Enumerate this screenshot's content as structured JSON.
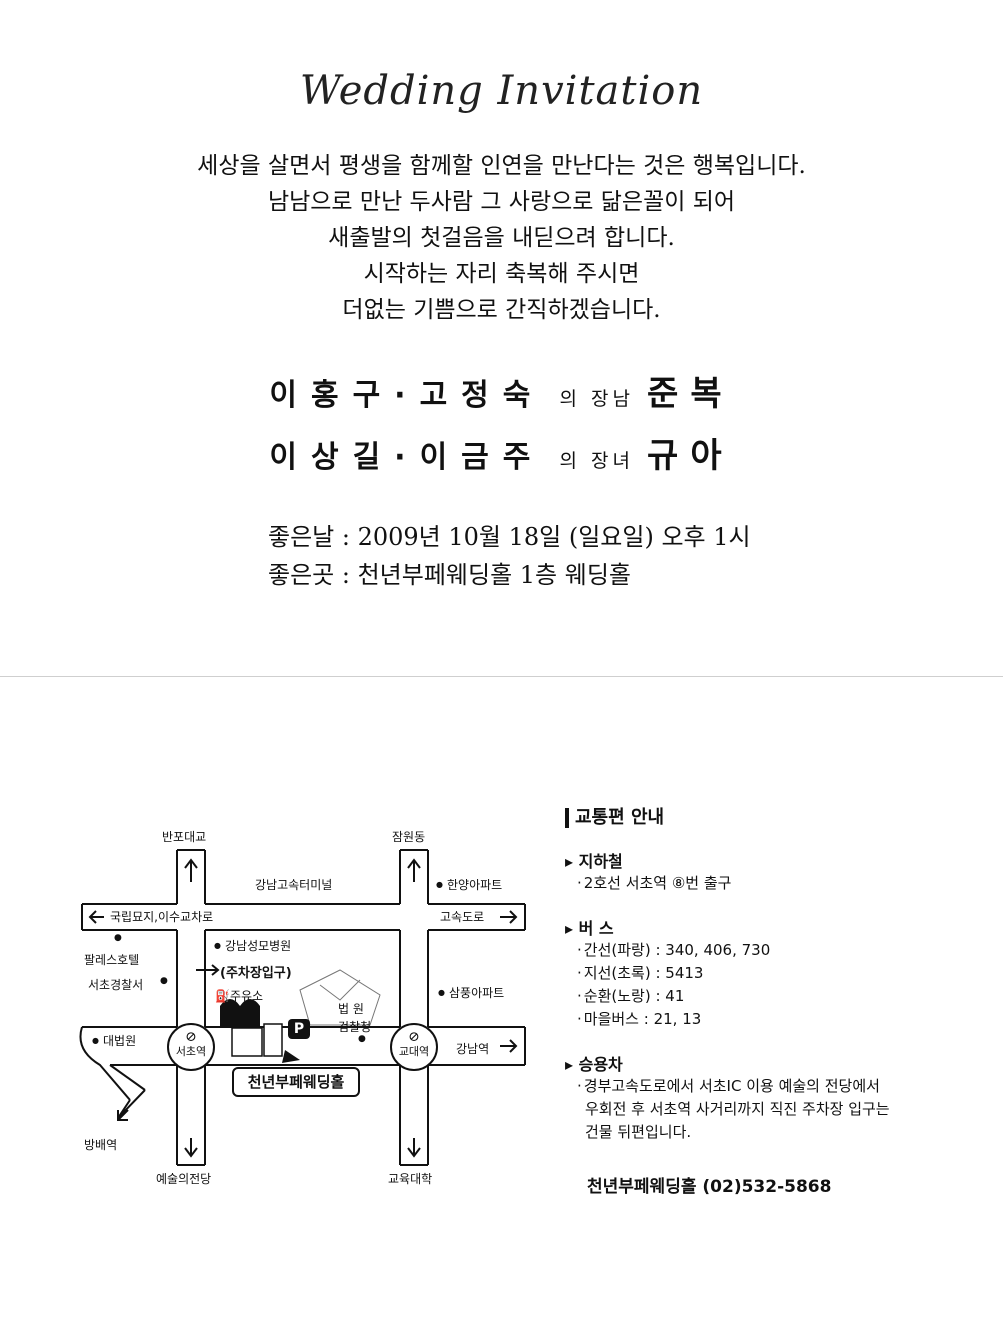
{
  "title": "Wedding Invitation",
  "poem": [
    "세상을 살면서 평생을 함께할 인연을 만난다는 것은 행복입니다.",
    "남남으로 만난 두사람 그 사랑으로 닮은꼴이 되어",
    "새출발의 첫걸음을 내딛으려 합니다.",
    "시작하는 자리 축복해 주시면",
    "더없는 기쁨으로 간직하겠습니다."
  ],
  "groom": {
    "parents": "이홍구·고정숙",
    "relation": "의 장남",
    "name": "준복"
  },
  "bride": {
    "parents": "이상길·이금주",
    "relation": "의 장녀",
    "name": "규아"
  },
  "info": {
    "date": "좋은날 : 2009년 10월 18일 (일요일) 오후 1시",
    "place": "좋은곳 : 천년부페웨딩홀 1층 웨딩홀"
  },
  "map": {
    "banpo_bridge": "반포대교",
    "jamwon": "잠원동",
    "terminal": "강남고속터미널",
    "hanyang_apt": "한양아파트",
    "national_cemetery": "국립묘지,이수교차로",
    "expressway": "고속도로",
    "palace_hotel": "팔레스호텔",
    "gangnam_hospital": "강남성모병원",
    "parking_entrance": "(주차장입구)",
    "police": "서초경찰서",
    "gas_station": "주유소",
    "court": "법  원",
    "prosecutor": "검찰청",
    "samsung_apt": "삼풍아파트",
    "supreme_court": "대법원",
    "parking": "P",
    "seocho_station": "서초역",
    "kyodae_station": "교대역",
    "gangnam_station": "강남역",
    "venue": "천년부페웨딩홀",
    "bangbae": "방배역",
    "arts_center": "예술의전당",
    "edu_univ": "교육대학"
  },
  "transport": {
    "heading": "교통편 안내",
    "subway_title": "지하철",
    "subway_line": "2호선 서초역 ⑧번 출구",
    "bus_title": "버 스",
    "bus_lines": [
      "간선(파랑) : 340, 406, 730",
      "지선(초록) : 5413",
      "순환(노랑) : 41",
      "마을버스 : 21, 13"
    ],
    "car_title": "승용차",
    "car_lines": [
      "경부고속도로에서 서초IC 이용 예술의 전당에서",
      "우회전 후 서초역 사거리까지 직진 주차장 입구는",
      "건물 뒤편입니다."
    ],
    "phone": "천년부페웨딩홀  (02)532-5868"
  }
}
